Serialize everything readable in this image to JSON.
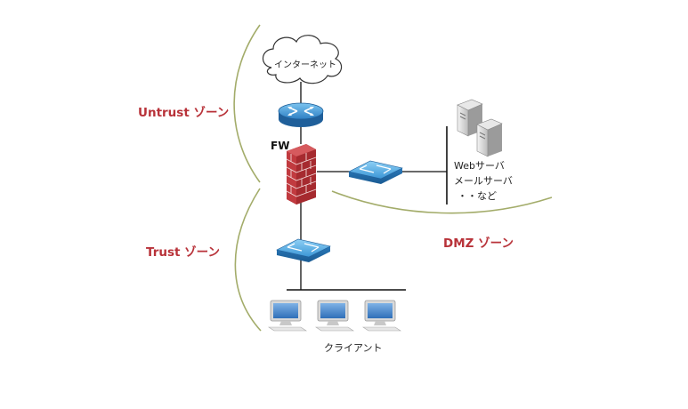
{
  "zones": {
    "untrust": "Untrust ゾーン",
    "trust": "Trust ゾーン",
    "dmz": "DMZ ゾーン"
  },
  "internet_label": "インターネット",
  "fw_label": "FW",
  "servers": {
    "line1": "Webサーバ",
    "line2": "メールサーバ",
    "line3": "・・など"
  },
  "clients_label": "クライアント",
  "colors": {
    "zone_text": "#b83239",
    "zone_curve": "#a3ac6a",
    "switch_blue": "#3b8fd0",
    "router_blue": "#2e7cc0",
    "firewall_brick": "#b32a2f"
  },
  "icons": [
    "cloud-icon",
    "router-icon",
    "firewall-icon",
    "switch-icon",
    "server-icon",
    "pc-icon"
  ]
}
